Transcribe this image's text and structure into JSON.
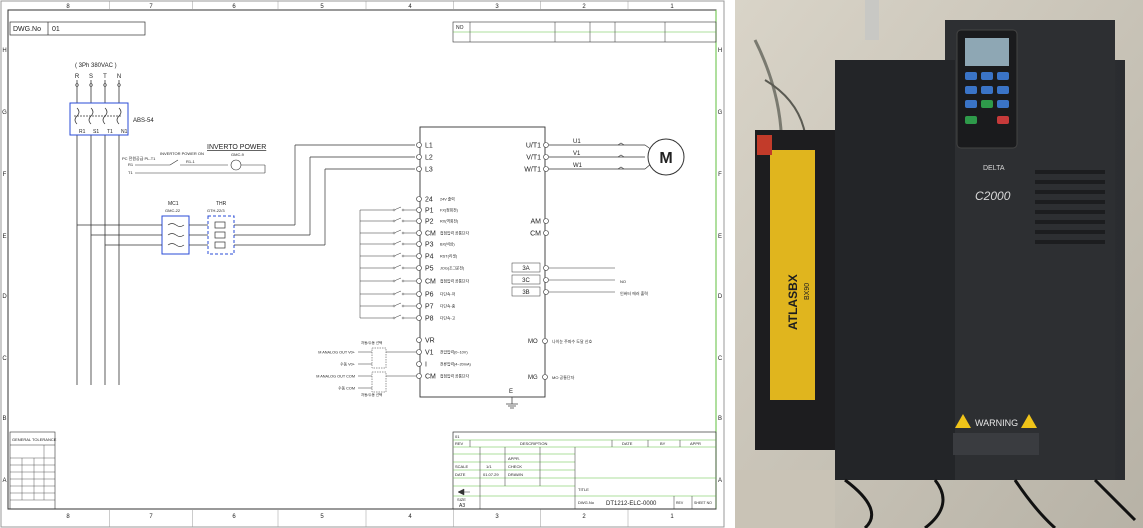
{
  "drawing": {
    "border_cols": [
      "8",
      "7",
      "6",
      "5",
      "4",
      "3",
      "2",
      "1"
    ],
    "border_rows": [
      "H",
      "G",
      "F",
      "E",
      "D",
      "C",
      "B",
      "A"
    ],
    "dwg_no_label": "DWG.No",
    "dwg_no_value": "01",
    "revision_header": [
      "NO",
      "",
      "",
      "",
      "",
      "",
      ""
    ],
    "supply_label": "( 3Ph 380VAC )",
    "phases": [
      "R",
      "S",
      "T",
      "N"
    ],
    "breaker_label": "ABS-54",
    "breaker_terminals": [
      "R1",
      "S1",
      "T1",
      "N1"
    ],
    "inverter_power_title": "INVERTO POWER",
    "inverter_power_on": "INVERTOR POWER ON",
    "pc_label": "PC 전원공급 PL-T1",
    "r1_label": "R1",
    "t1_label": "T1",
    "r1_1_label": "R1-1",
    "lamp_label": "GMC-9",
    "mc1_label": "MC1",
    "mc1_model": "GMC-22",
    "thr_label": "THR",
    "thr_model": "GTH-22/3",
    "inverter_inputs": [
      "L1",
      "L2",
      "L3"
    ],
    "inverter_outputs": [
      "U/T1",
      "V/T1",
      "W/T1"
    ],
    "motor_lines": [
      "U1",
      "V1",
      "W1"
    ],
    "motor_label": "M",
    "control_terminals": [
      {
        "name": "24",
        "desc": "24V 출력"
      },
      {
        "name": "P1",
        "desc": "FX(정회전)"
      },
      {
        "name": "P2",
        "desc": "RX(역회전)"
      },
      {
        "name": "CM",
        "desc": "접점입력 공통단자"
      },
      {
        "name": "P3",
        "desc": "BX(비상)"
      },
      {
        "name": "P4",
        "desc": "RST(리셋)"
      },
      {
        "name": "P5",
        "desc": "JOG(조그운전)"
      },
      {
        "name": "CM",
        "desc": "접점입력 공통단자"
      },
      {
        "name": "P6",
        "desc": "다단속-저"
      },
      {
        "name": "P7",
        "desc": "다단속-중"
      },
      {
        "name": "P8",
        "desc": "다단속-고"
      }
    ],
    "analog_terminals": [
      {
        "name": "VR",
        "desc": ""
      },
      {
        "name": "V1",
        "desc": "전압입력(0~10V)"
      },
      {
        "name": "I",
        "desc": "전류입력(4~20mA)"
      },
      {
        "name": "CM",
        "desc": "접점입력 공통단자"
      }
    ],
    "analog_sources": [
      "M ANALOG OUT V0+",
      "수동 V0+",
      "M ANALOG OUT COM",
      "수동 COM"
    ],
    "selector_label": "자동/수동 선택",
    "right_terminals": [
      "AM",
      "CM"
    ],
    "relay_terminals": [
      "3A",
      "3C",
      "3B"
    ],
    "relay_desc_a": "NO",
    "relay_desc_b": "인버터 에러 출력",
    "mo_label": "MO",
    "mo_desc": "나이눈 주파수 도달 신호",
    "mg_label": "MG",
    "mg_desc": "MO 공통단자",
    "ground_label": "E",
    "general_tolerance": "GENERAL TOLERANCE",
    "title_block": {
      "rev_row": "01",
      "rev_label": "REV",
      "description_label": "DESCRIPTION",
      "date_label": "DATE",
      "by_label": "BY",
      "appr_label": "APPR",
      "scale_label": "SCALE",
      "scale_value": "1/1",
      "date_value": "01.07.29",
      "check_label": "CHECK",
      "drawn_label": "DRAWN",
      "approved_label": "APPR.",
      "title_label": "TITLE",
      "dwg_no_label": "DWG.No",
      "dwg_no_value": "DT1212-ELC-0000",
      "rev_col": "REV",
      "sheet_col": "SHEET NO",
      "size_label": "SIZE",
      "size_value": "A3"
    }
  },
  "photo": {
    "brand": "DELTA",
    "series": "C2000",
    "warning_label": "WARNING",
    "battery_brand": "ATLASBX",
    "battery_model": "BX90"
  },
  "colors": {
    "line": "#333333",
    "blue_box": "#2a4bd7",
    "green_border": "#5fbf3c",
    "inverter_body": "#2b2d30",
    "warning_yellow": "#f0c419"
  }
}
